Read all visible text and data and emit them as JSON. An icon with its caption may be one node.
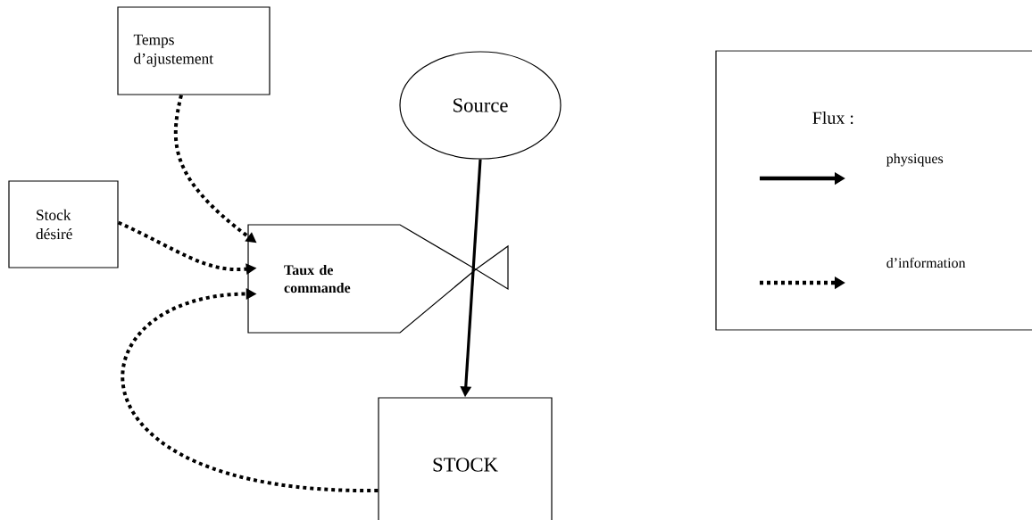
{
  "diagram": {
    "nodes": [
      {
        "text": [
          "Temps d’ajustement"
        ]
      },
      {
        "text": [
          "Source"
        ]
      },
      {
        "text": [
          "Stock désiré"
        ]
      },
      {
        "text": [
          "Taux de commande"
        ]
      },
      {
        "text": [
          "STOCK"
        ]
      }
    ],
    "edges": [
      {
        "from": 0,
        "to": 3,
        "arrow": "to",
        "style": "dashed"
      },
      {
        "from": 2,
        "to": 3,
        "arrow": "to",
        "style": "dashed"
      },
      {
        "from": 4,
        "to": 3,
        "arrow": "to",
        "style": "dashed"
      },
      {
        "from": 1,
        "to": 4,
        "arrow": "to"
      }
    ],
    "labels": [
      "Flux :"
    ],
    "legend": [
      {
        "text": "physiques"
      },
      {
        "text": "d’information"
      }
    ]
  }
}
